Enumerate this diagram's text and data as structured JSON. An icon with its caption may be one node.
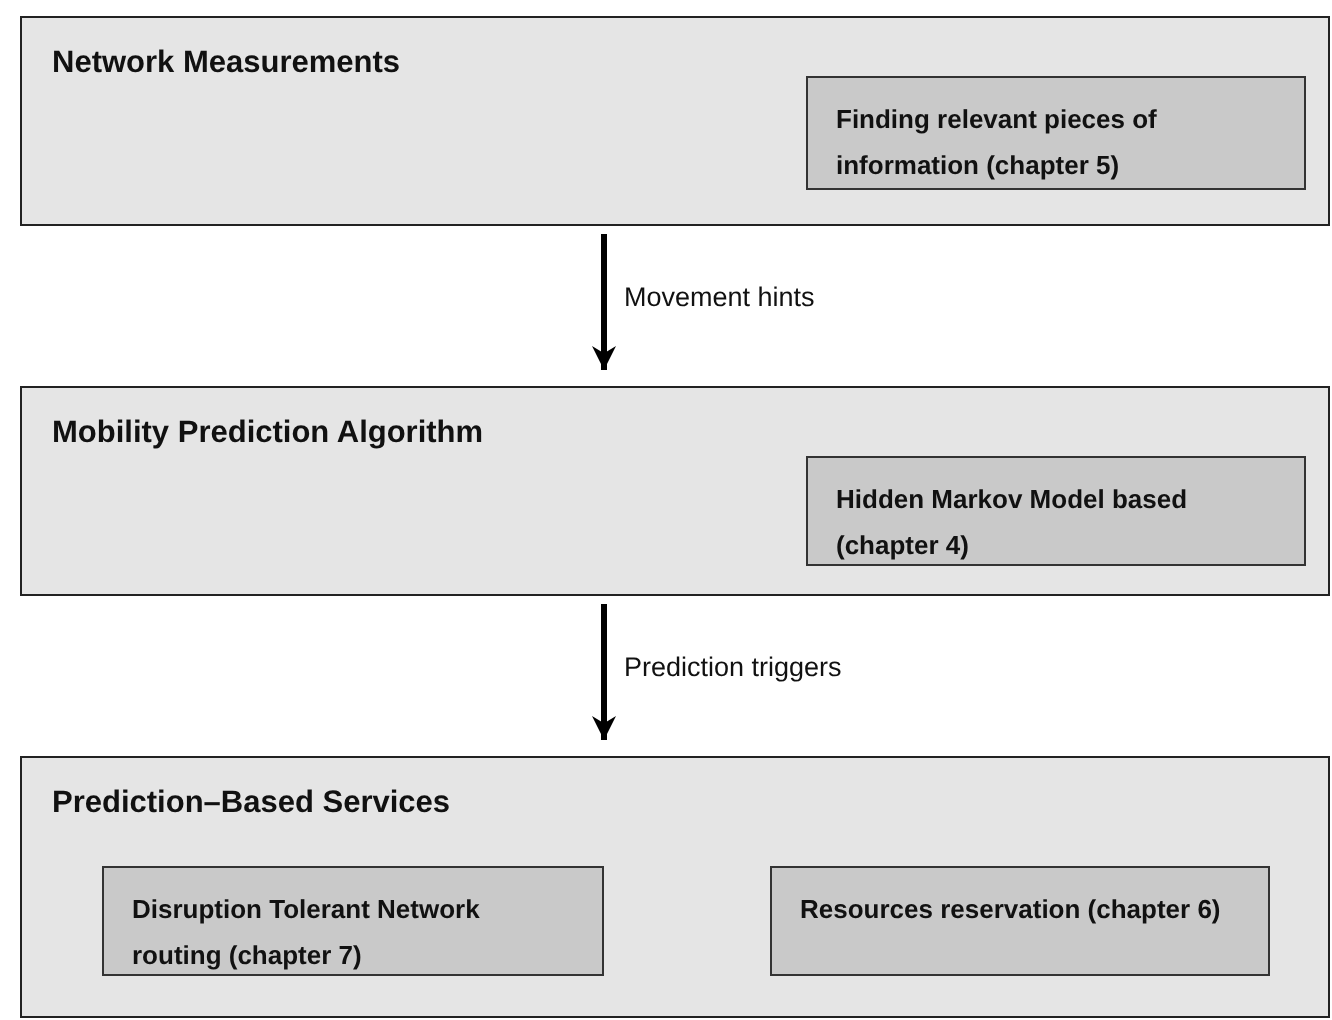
{
  "diagram": {
    "nodes": [
      {
        "text": [
          "Network Measurements"
        ]
      },
      {
        "text": [
          "Finding relevant pieces of information (chapter 5)"
        ],
        "in": 0
      },
      {
        "text": [
          "Mobility Prediction Algorithm"
        ]
      },
      {
        "text": [
          "Hidden Markov Model based (chapter 4)"
        ],
        "in": 2
      },
      {
        "text": [
          "Prediction–Based Services"
        ]
      },
      {
        "text": [
          "Disruption Tolerant Network routing (chapter 7)"
        ],
        "in": 4
      },
      {
        "text": [
          "Resources reservation (chapter 6)"
        ],
        "in": 4
      }
    ],
    "edges": [
      {
        "from": 0,
        "to": 2,
        "arrow": "to",
        "label": "Movement hints"
      },
      {
        "from": 2,
        "to": 4,
        "arrow": "to",
        "label": "Prediction triggers"
      }
    ]
  }
}
